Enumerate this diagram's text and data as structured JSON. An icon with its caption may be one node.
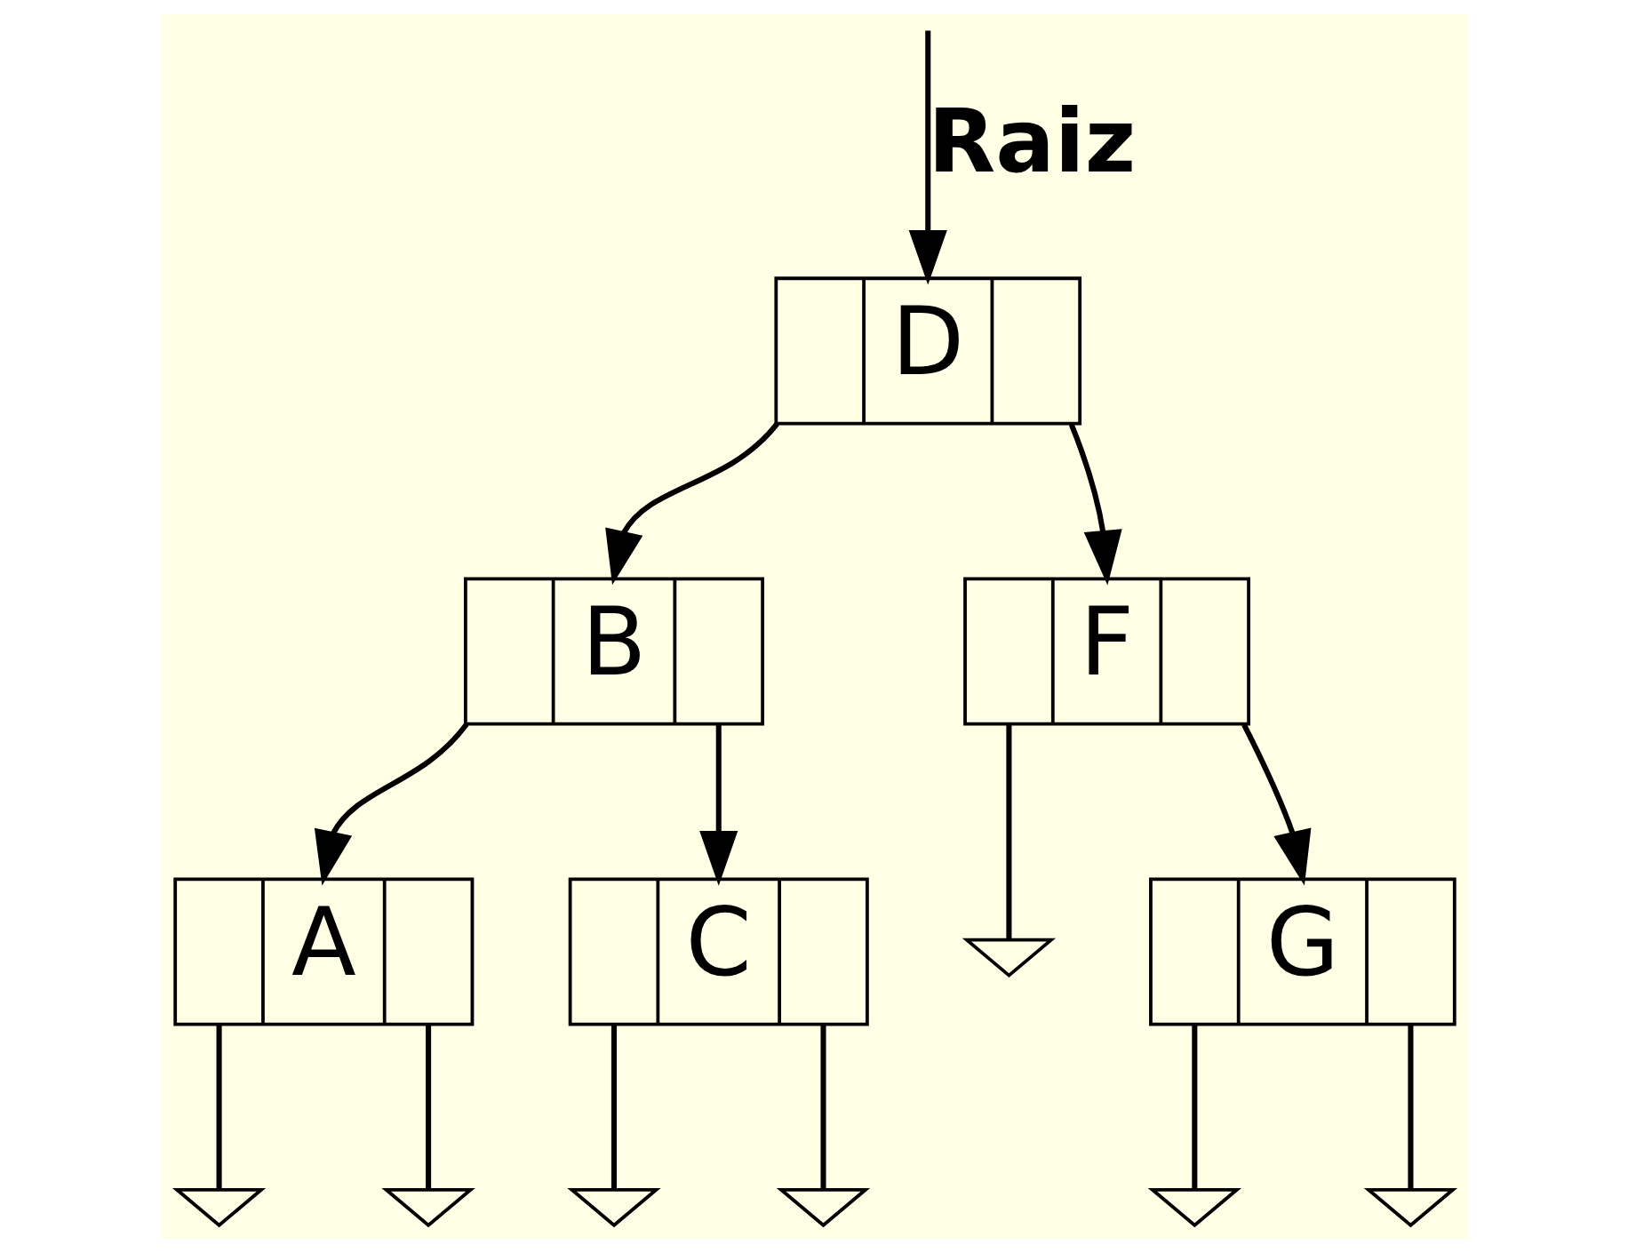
{
  "diagram": {
    "nodes": [
      {
        "text": [
          "D"
        ]
      },
      {
        "text": [
          "B"
        ]
      },
      {
        "text": [
          "F"
        ]
      },
      {
        "text": [
          "A"
        ]
      },
      {
        "text": [
          "C"
        ]
      },
      {
        "text": [],
        "shape": "ground"
      },
      {
        "text": [
          "G"
        ]
      },
      {
        "text": [],
        "shape": "ground"
      },
      {
        "text": [],
        "shape": "ground"
      },
      {
        "text": [],
        "shape": "ground"
      },
      {
        "text": [],
        "shape": "ground"
      },
      {
        "text": [],
        "shape": "ground"
      },
      {
        "text": [],
        "shape": "ground"
      }
    ],
    "edges": [
      {
        "from": null,
        "to": 0,
        "arrow": "to",
        "label": "Raiz"
      },
      {
        "from": 0,
        "to": 1,
        "arrow": "to"
      },
      {
        "from": 0,
        "to": 2,
        "arrow": "to"
      },
      {
        "from": 1,
        "to": 3,
        "arrow": "to"
      },
      {
        "from": 1,
        "to": 4,
        "arrow": "to"
      },
      {
        "from": 2,
        "to": 5,
        "arrow": "none"
      },
      {
        "from": 2,
        "to": 6,
        "arrow": "to"
      },
      {
        "from": 3,
        "to": 7,
        "arrow": "none"
      },
      {
        "from": 3,
        "to": 8,
        "arrow": "none"
      },
      {
        "from": 4,
        "to": 9,
        "arrow": "none"
      },
      {
        "from": 4,
        "to": 10,
        "arrow": "none"
      },
      {
        "from": 6,
        "to": 11,
        "arrow": "none"
      },
      {
        "from": 6,
        "to": 12,
        "arrow": "none"
      }
    ]
  }
}
